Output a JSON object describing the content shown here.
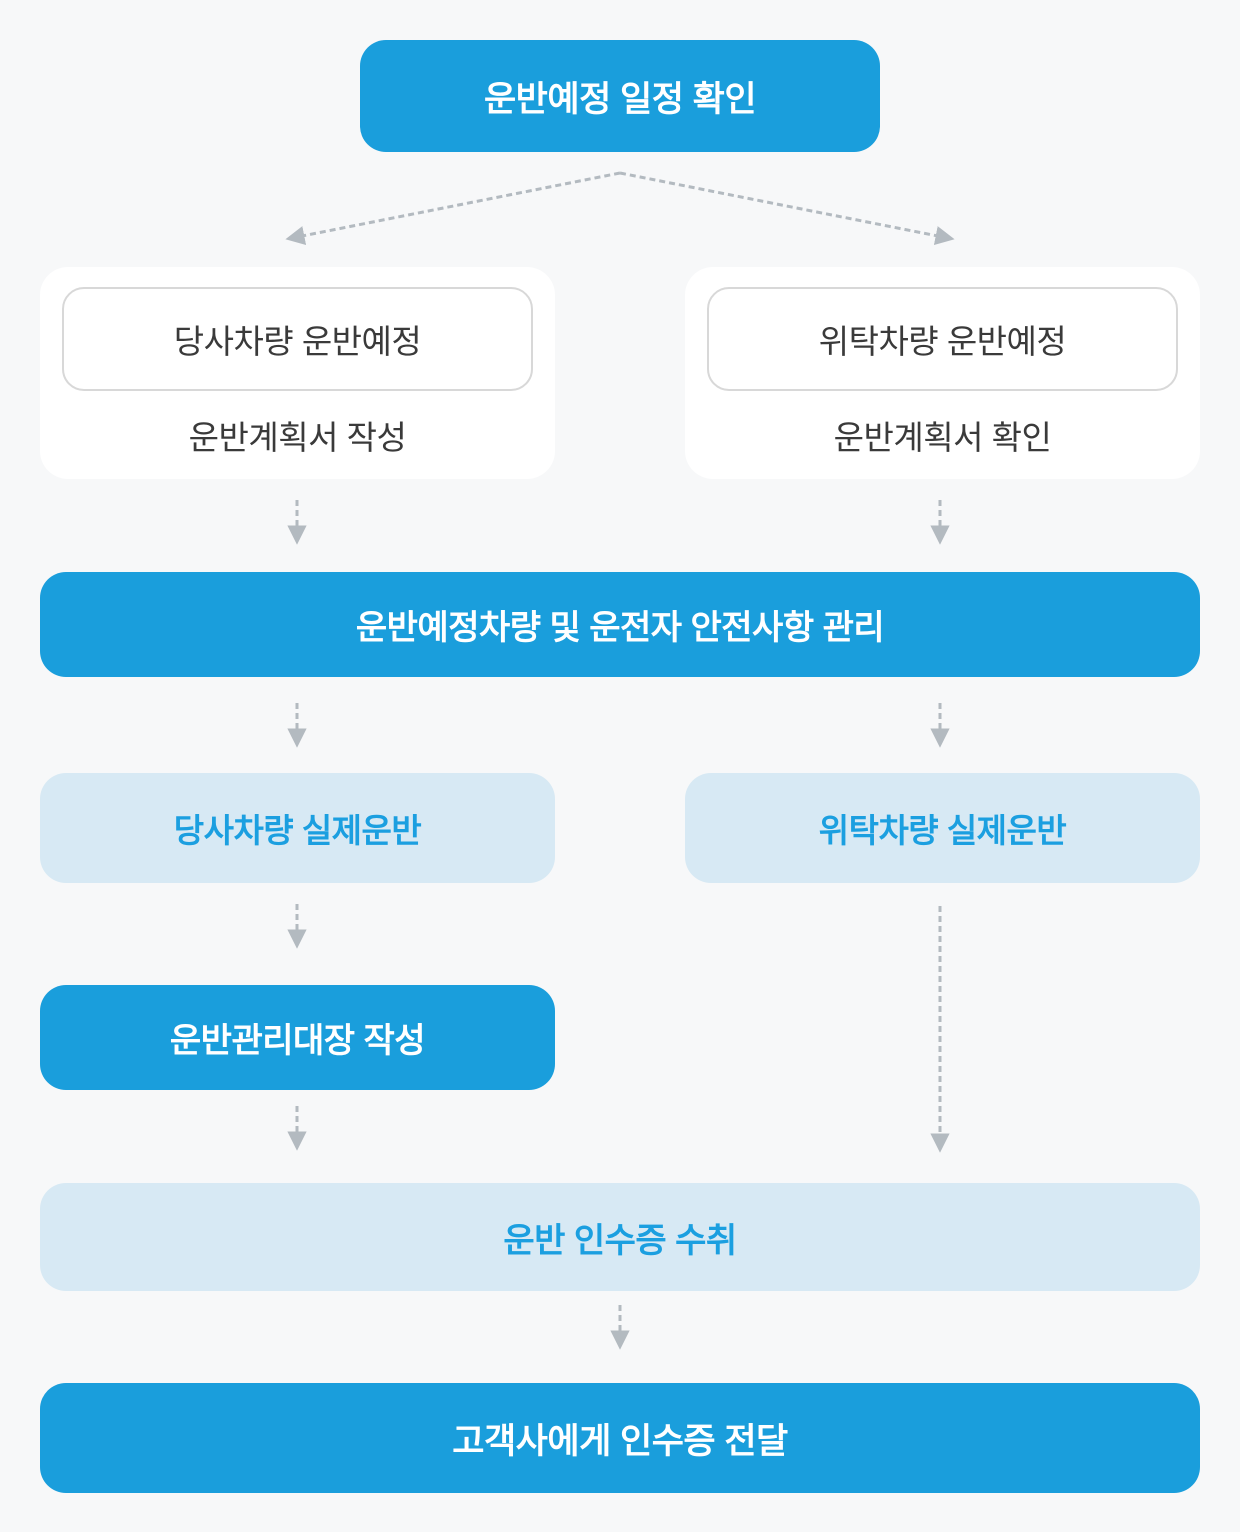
{
  "colors": {
    "background": "#f7f8f9",
    "primary_blue": "#1a9edc",
    "light_blue": "#d7e9f4",
    "blue_text": "#1b9fe0",
    "dark_text": "#3a3a3a",
    "card_white": "#ffffff",
    "inner_border": "#d8d8d8",
    "arrow_gray": "#b3bac0"
  },
  "flowchart": {
    "schedule_check": {
      "label": "운반예정 일정 확인"
    },
    "own_plan": {
      "tag": "당사차량 운반예정",
      "label": "운반계획서 작성"
    },
    "consigned_plan": {
      "tag": "위탁차량 운반예정",
      "label": "운반계획서 확인"
    },
    "safety": {
      "label": "운반예정차량 및 운전자 안전사항 관리"
    },
    "own_transport": {
      "label": "당사차량 실제운반"
    },
    "consigned_transport": {
      "label": "위탁차량 실제운반"
    },
    "ledger": {
      "label": "운반관리대장 작성"
    },
    "receipt": {
      "label": "운반 인수증 수취"
    },
    "delivery": {
      "label": "고객사에게 인수증 전달"
    }
  }
}
